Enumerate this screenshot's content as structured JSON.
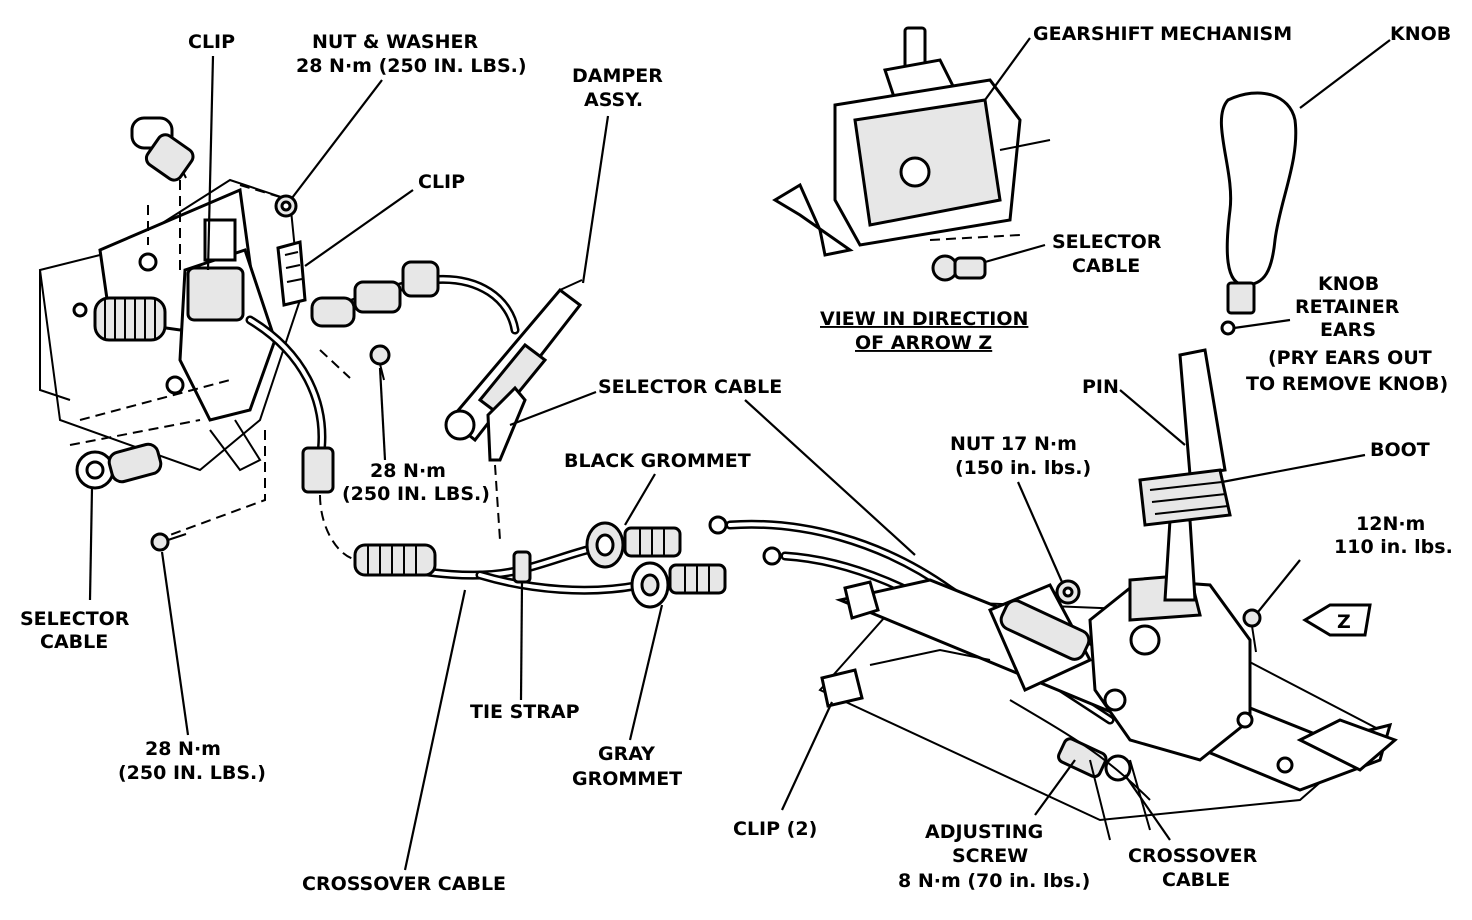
{
  "labels": {
    "clip_top": "CLIP",
    "nut_washer_1": "NUT & WASHER",
    "nut_washer_2": "28 N·m (250 IN. LBS.)",
    "damper_1": "DAMPER",
    "damper_2": "ASSY.",
    "clip_mid": "CLIP",
    "gearshift_mech": "GEARSHIFT MECHANISM",
    "knob": "KNOB",
    "selector_cable_inset_1": "SELECTOR",
    "selector_cable_inset_2": "CABLE",
    "view_dir_1": "VIEW IN DIRECTION",
    "view_dir_2": "OF ARROW Z",
    "knob_ret_1": "KNOB",
    "knob_ret_2": "RETAINER",
    "knob_ret_3": "EARS",
    "pry_1": "(PRY EARS OUT",
    "pry_2": "TO REMOVE KNOB)",
    "selector_cable_mid": "SELECTOR CABLE",
    "pin": "PIN",
    "boot": "BOOT",
    "nut17_1": "NUT 17 N·m",
    "nut17_2": "(150 in. lbs.)",
    "black_grommet": "BLACK GROMMET",
    "torque28_mid_1": "28 N·m",
    "torque28_mid_2": "(250 IN. LBS.)",
    "torque12_1": "12N·m",
    "torque12_2": "110 in. lbs.",
    "selector_cable_left_1": "SELECTOR",
    "selector_cable_left_2": "CABLE",
    "tie_strap": "TIE  STRAP",
    "gray_grommet_1": "GRAY",
    "gray_grommet_2": "GROMMET",
    "torque28_bottom_1": "28  N·m",
    "torque28_bottom_2": "(250 IN.  LBS.)",
    "clip2": "CLIP (2)",
    "adjusting_1": "ADJUSTING",
    "adjusting_2": "SCREW",
    "adjusting_3": "8 N·m (70 in. lbs.)",
    "crossover_right_1": "CROSSOVER",
    "crossover_right_2": "CABLE",
    "crossover_bottom": "CROSSOVER CABLE",
    "arrow_z": "Z"
  }
}
